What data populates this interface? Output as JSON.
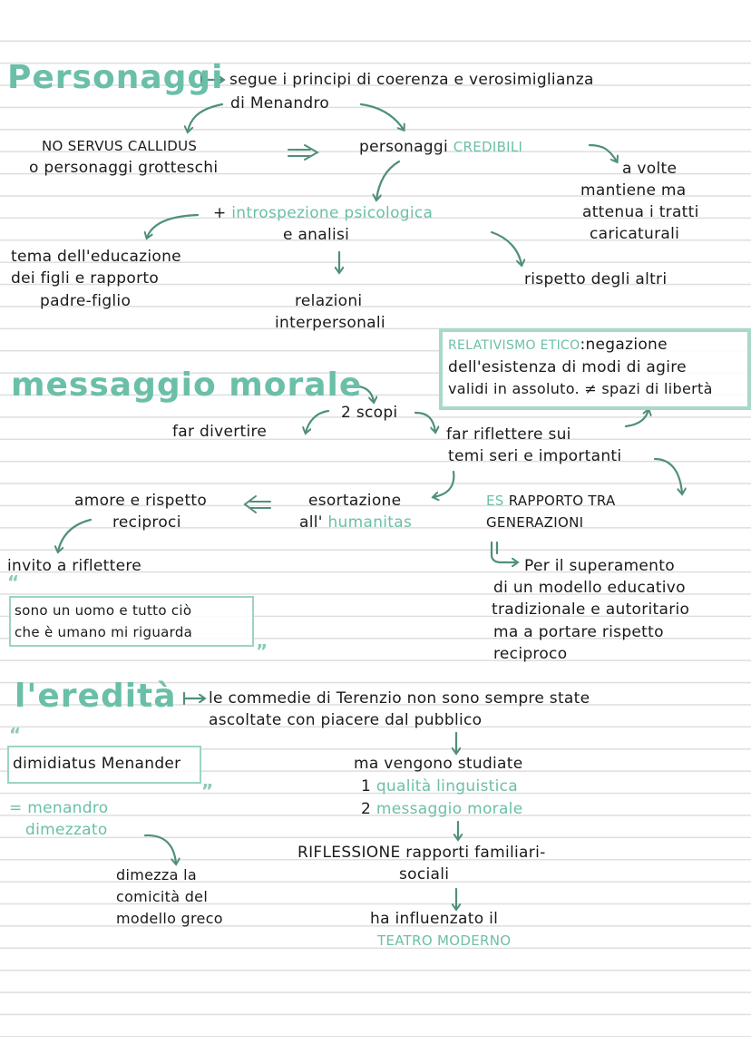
{
  "colors": {
    "accent": "#6bbfa8",
    "arrow": "#4f8f7c",
    "box_border": "#9dd3c3",
    "ruled_line": "#dedede",
    "ink": "#1a1a1a"
  },
  "section1": {
    "heading": "Personaggi",
    "intro_line1": "segue i principi di coerenza e verosimiglianza",
    "intro_line2": "di Menandro",
    "no_servus_line1": "NO SERVUS CALLIDUS",
    "no_servus_line2": "o personaggi grotteschi",
    "implies_symbol": "=>",
    "credibili_prefix": "personaggi",
    "credibili_accent": "CREDIBILI",
    "a_volte_lines": [
      "a volte",
      "mantiene ma",
      "attenua i tratti",
      "caricaturali"
    ],
    "introspezione_plus": "+",
    "introspezione_accent": "introspezione psicologica",
    "analisi": "e analisi",
    "tema_lines": [
      "tema dell'educazione",
      "dei figli e rapporto",
      "padre-figlio"
    ],
    "relazioni_lines": [
      "relazioni",
      "interpersonali"
    ],
    "rispetto": "rispetto degli altri"
  },
  "relativismo_box": {
    "label_accent": "RELATIVISMO ETICO",
    "colon": ":",
    "line1_rest": "negazione",
    "line2": "dell'esistenza di modi di agire",
    "line3": "validi in assoluto. ≠ spazi di libertà"
  },
  "section2": {
    "heading": "messaggio morale",
    "scopi": "2 scopi",
    "far_divertire": "far divertire",
    "far_riflettere_lines": [
      "far riflettere sui",
      "temi seri e importanti"
    ],
    "amore_lines": [
      "amore e rispetto",
      "reciproci"
    ],
    "implied_by_symbol": "<=",
    "esortazione_line1": "esortazione",
    "esortazione_prefix": "all'",
    "esortazione_accent": "humanitas",
    "es_accent": "ES",
    "rapporto_line1": "RAPPORTO TRA",
    "rapporto_line2": "GENERAZIONI",
    "superamento_lines": [
      "Per il superamento",
      "di un modello educativo",
      "tradizionale e autoritario",
      "ma a portare rispetto",
      "reciproco"
    ],
    "invito": "invito a riflettere",
    "quote_open": "“",
    "quote_close": "”",
    "quote_lines": [
      "sono un uomo e tutto ciò",
      "che è umano mi riguarda"
    ]
  },
  "section3": {
    "heading": "l'eredità",
    "commedie_line1": "le commedie di Terenzio non sono sempre state",
    "commedie_line2": "ascoltate con piacere dal pubblico",
    "quote_open": "“",
    "quote_close": "”",
    "dimidiatus": "dimidiatus Menander",
    "equals": "=",
    "menandro_lines": [
      "menandro",
      "dimezzato"
    ],
    "dimezza_lines": [
      "dimezza la",
      "comicità del",
      "modello greco"
    ],
    "studiate": "ma vengono studiate",
    "reasons": [
      {
        "num": "1",
        "text": "qualità linguistica"
      },
      {
        "num": "2",
        "text": "messaggio morale"
      }
    ],
    "riflessione_line1": "RIFLESSIONE rapporti familiari-",
    "riflessione_line2": "sociali",
    "influenzato": "ha influenzato il",
    "teatro_accent": "TEATRO MODERNO"
  }
}
